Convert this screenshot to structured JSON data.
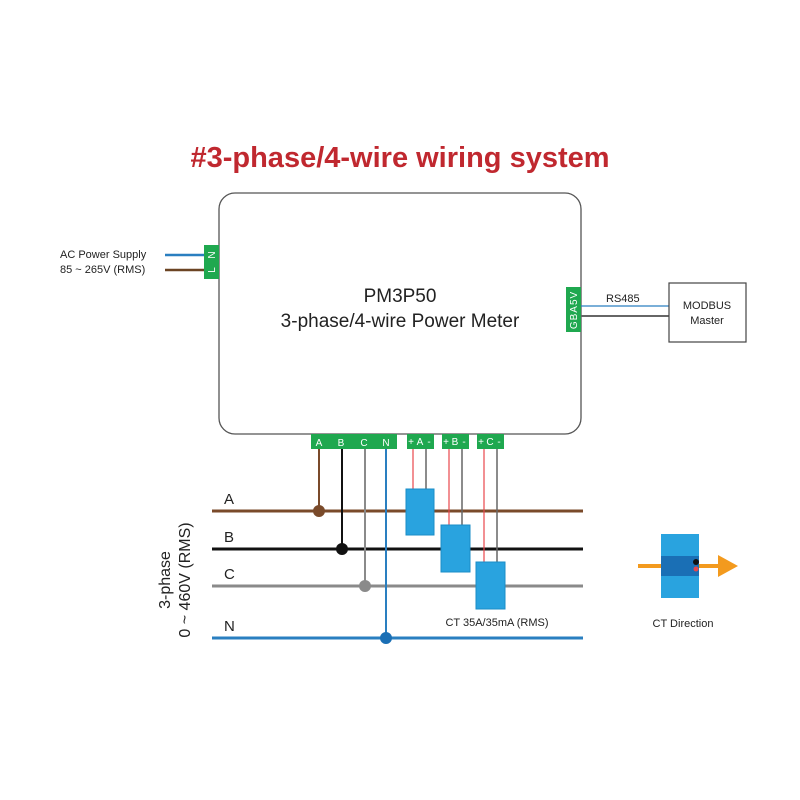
{
  "title": "#3-phase/4-wire wiring system",
  "meter": {
    "model": "PM3P50",
    "description": "3-phase/4-wire Power Meter"
  },
  "power_supply": {
    "label": "AC Power Supply",
    "range": "85 ~ 265V (RMS)",
    "terminals": [
      "N",
      "L"
    ]
  },
  "comm": {
    "terminal_label": "GBA5V",
    "protocol": "RS485",
    "master_line1": "MODBUS",
    "master_line2": "Master"
  },
  "voltage_terminals": [
    "A",
    "B",
    "C",
    "N"
  ],
  "ct_terminals": [
    {
      "plus": "+",
      "phase": "A",
      "minus": "-"
    },
    {
      "plus": "+",
      "phase": "B",
      "minus": "-"
    },
    {
      "plus": "+",
      "phase": "C",
      "minus": "-"
    }
  ],
  "phase_lines": [
    {
      "name": "A",
      "color": "#7a4a2a"
    },
    {
      "name": "B",
      "color": "#111111"
    },
    {
      "name": "C",
      "color": "#8a8a8a"
    },
    {
      "name": "N",
      "color": "#2a7fc0"
    }
  ],
  "supply_label_line1": "3-phase",
  "supply_label_line2": "0 ~ 460V (RMS)",
  "ct_label": "CT 35A/35mA (RMS)",
  "ct_direction_label": "CT Direction",
  "colors": {
    "title": "#c0282f",
    "terminal_green": "#1fa84f",
    "ct_blue": "#29a3df",
    "ct_dark_blue": "#1a6fb5",
    "arrow_orange": "#f39a1e",
    "ct_wire_red": "#e8464b"
  }
}
